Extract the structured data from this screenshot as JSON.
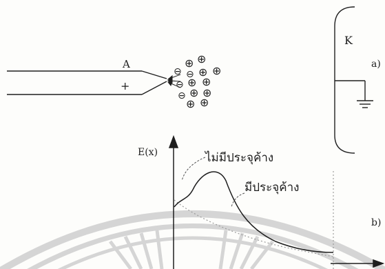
{
  "tip": {
    "label": "A",
    "sign": "+"
  },
  "ions": {
    "negative": "⊖",
    "positive": "⊕"
  },
  "right_panel": {
    "label_k": "K",
    "label_a": "a)",
    "label_b": "b)"
  },
  "graph": {
    "y_axis_label": "E(x)",
    "curve_without_space_charge": "ไม่มีประจุค้าง",
    "curve_with_space_charge": "มีประจุค้าง"
  },
  "colors": {
    "ink": "#1e1e1e",
    "watermark": "#c8c8c8",
    "dotted": "#8a8a8a"
  }
}
